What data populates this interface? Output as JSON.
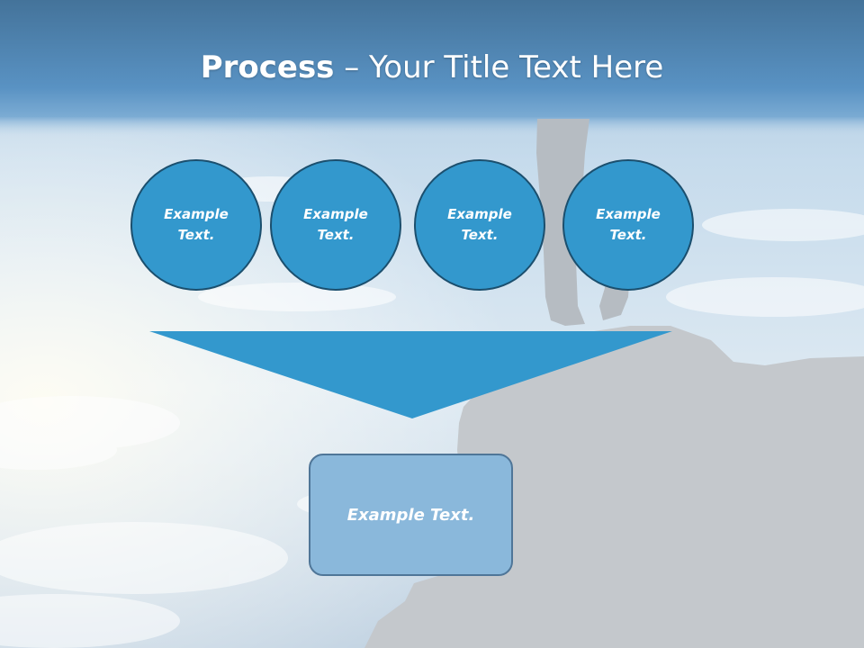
{
  "title": {
    "bold": "Process",
    "rest": " – Your Title Text Here"
  },
  "steps": [
    {
      "line1": "Example",
      "line2": "Text."
    },
    {
      "line1": "Example",
      "line2": "Text."
    },
    {
      "line1": "Example",
      "line2": "Text."
    },
    {
      "line1": "Example",
      "line2": "Text."
    }
  ],
  "result": {
    "label": "Example Text."
  },
  "colors": {
    "circle_fill": "#3398cd",
    "circle_border": "#1b4f6e",
    "funnel_fill": "#3398cd",
    "result_fill": "#8ab8db",
    "result_border": "#4f7698",
    "header_band": "#4f86b6",
    "silhouette": "#c4c8cc"
  }
}
